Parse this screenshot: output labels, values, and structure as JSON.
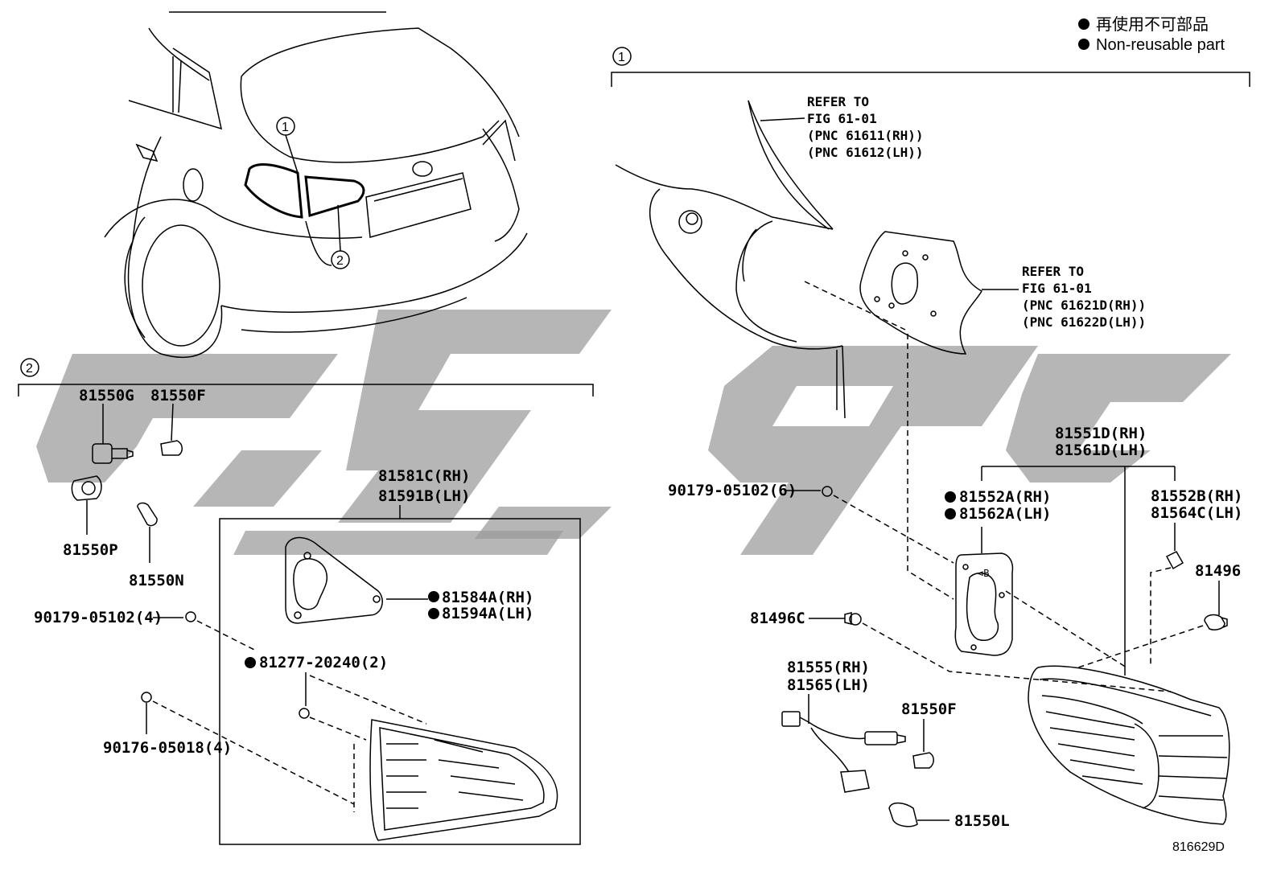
{
  "legend": {
    "line1": "再使用不可部品",
    "line2": "Non-reusable part"
  },
  "callouts": {
    "one": "1",
    "two": "2"
  },
  "references": {
    "ref_a": [
      "REFER TO",
      "FIG 61-01",
      "(PNC 61611(RH))",
      "(PNC 61612(LH))"
    ],
    "ref_b": [
      "REFER TO",
      "FIG 61-01",
      "(PNC 61621D(RH))",
      "(PNC 61622D(LH))"
    ]
  },
  "parts": {
    "p81550G": "81550G",
    "p81550F_a": "81550F",
    "p81550P": "81550P",
    "p81550N": "81550N",
    "p90179_4": "90179-05102(4)",
    "p90176_4": "90176-05018(4)",
    "p81581C": "81581C(RH)",
    "p81591B": "81591B(LH)",
    "p81584A": "81584A(RH)",
    "p81594A": "81594A(LH)",
    "p81277": "81277-20240(2)",
    "p81551D": "81551D(RH)",
    "p81561D": "81561D(LH)",
    "p90179_6": "90179-05102(6)",
    "p81552A": "81552A(RH)",
    "p81562A": "81562A(LH)",
    "p81552B": "81552B(RH)",
    "p81564C": "81564C(LH)",
    "p81496": "81496",
    "p81496C": "81496C",
    "p81555": "81555(RH)",
    "p81565": "81565(LH)",
    "p81550F_b": "81550F",
    "p81550L": "81550L"
  },
  "figure_code": "816629D"
}
